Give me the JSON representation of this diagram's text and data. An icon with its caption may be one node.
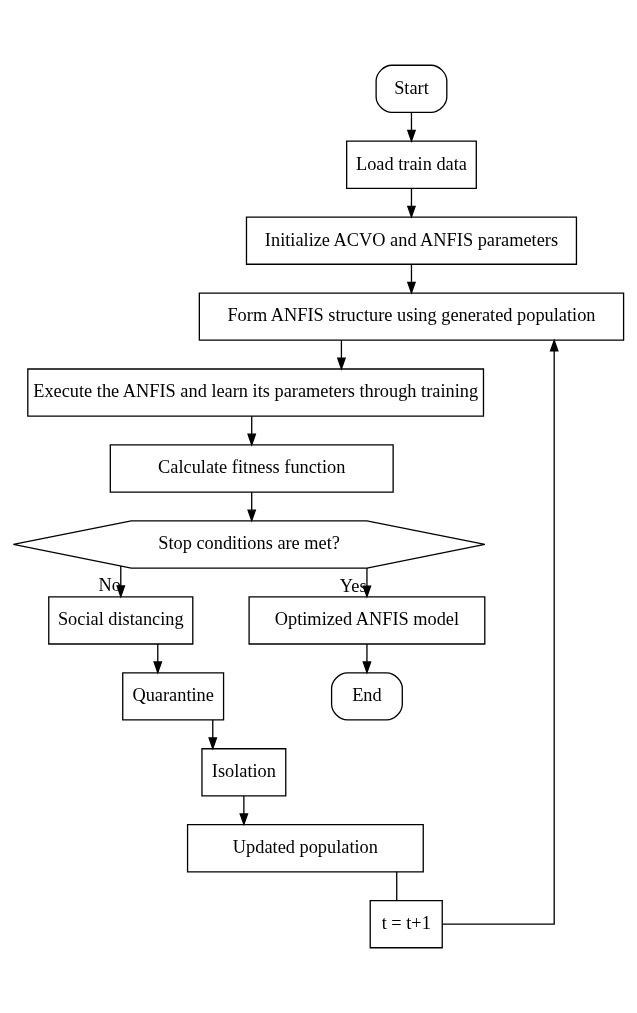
{
  "diagram": {
    "nodes": [
      {
        "text": [
          "Start"
        ]
      },
      {
        "text": [
          "Load train data"
        ]
      },
      {
        "text": [
          "Initialize ACVO and ANFIS parameters"
        ]
      },
      {
        "text": [
          "Form ANFIS structure using generated population"
        ]
      },
      {
        "text": [
          "Execute the ANFIS and learn its parameters through training"
        ]
      },
      {
        "text": [
          "Calculate fitness function"
        ]
      },
      {
        "text": [
          "Stop conditions are met?"
        ]
      },
      {
        "text": [
          "Social distancing"
        ]
      },
      {
        "text": [
          "Quarantine"
        ]
      },
      {
        "text": [
          "Isolation"
        ]
      },
      {
        "text": [
          "Updated population"
        ]
      },
      {
        "text": [
          "t = t+1"
        ]
      },
      {
        "text": [
          "Optimized ANFIS model"
        ]
      },
      {
        "text": [
          "End"
        ]
      }
    ],
    "edges": [
      {
        "from": 0,
        "to": 1,
        "arrow": "to"
      },
      {
        "from": 1,
        "to": 2,
        "arrow": "to"
      },
      {
        "from": 2,
        "to": 3,
        "arrow": "to"
      },
      {
        "from": 3,
        "to": 4,
        "arrow": "to"
      },
      {
        "from": 4,
        "to": 5,
        "arrow": "to"
      },
      {
        "from": 5,
        "to": 6,
        "arrow": "to"
      },
      {
        "from": 6,
        "to": 7,
        "arrow": "to",
        "label": "No"
      },
      {
        "from": 7,
        "to": 8,
        "arrow": "to"
      },
      {
        "from": 8,
        "to": 9,
        "arrow": "to"
      },
      {
        "from": 9,
        "to": 10,
        "arrow": "to"
      },
      {
        "from": 10,
        "to": 11,
        "arrow": "none"
      },
      {
        "from": 11,
        "to": 3,
        "arrow": "to"
      },
      {
        "from": 6,
        "to": 12,
        "arrow": "to",
        "label": "Yes"
      },
      {
        "from": 12,
        "to": 13,
        "arrow": "to"
      }
    ]
  }
}
